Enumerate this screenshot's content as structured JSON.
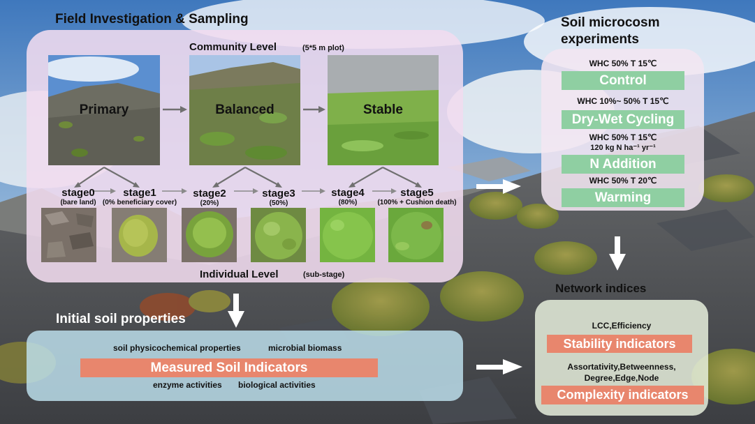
{
  "field": {
    "title": "Field Investigation & Sampling",
    "community_level": "Community Level",
    "community_note": "(5*5 m plot)",
    "individual_level": "Individual Level",
    "individual_note": "(sub-stage)",
    "communities": [
      "Primary",
      "Balanced",
      "Stable"
    ],
    "stages": [
      {
        "name": "stage0",
        "sub": "(bare land)"
      },
      {
        "name": "stage1",
        "sub": "(0% beneficiary cover)"
      },
      {
        "name": "stage2",
        "sub": "(20%)"
      },
      {
        "name": "stage3",
        "sub": "(50%)"
      },
      {
        "name": "stage4",
        "sub": "(80%)"
      },
      {
        "name": "stage5",
        "sub": "(100% + Cushion death)"
      }
    ]
  },
  "initial": {
    "title": "Initial soil properties",
    "items": [
      "soil physicochemical properties",
      "microbial biomass",
      "enzyme activities",
      "biological activities"
    ],
    "measured": "Measured Soil Indicators"
  },
  "microcosm": {
    "title_line1": "Soil microcosm",
    "title_line2": "experiments",
    "treatments": [
      {
        "cond": "WHC  50%  T  15℃",
        "cond2": "",
        "name": "Control"
      },
      {
        "cond": "WHC 10%~ 50%  T  15℃",
        "cond2": "",
        "name": "Dry-Wet Cycling"
      },
      {
        "cond": "WHC  50%  T  15℃",
        "cond2": "120 kg N ha⁻¹ yr⁻¹",
        "name": "N Addition"
      },
      {
        "cond": "WHC  50%  T  20℃",
        "cond2": "",
        "name": "Warming"
      }
    ]
  },
  "network": {
    "title": "Network indices",
    "stability_items": "LCC,Efficiency",
    "stability": "Stability indicators",
    "complexity_items_1": "Assortativity,Betweenness,",
    "complexity_items_2": "Degree,Edge,Node",
    "complexity": "Complexity indicators"
  },
  "colors": {
    "green_bar": "#8fcfa2",
    "salmon_bar": "#e8866d",
    "field_panel": "#f1dcef",
    "initial_panel": "#bfe3f0"
  }
}
